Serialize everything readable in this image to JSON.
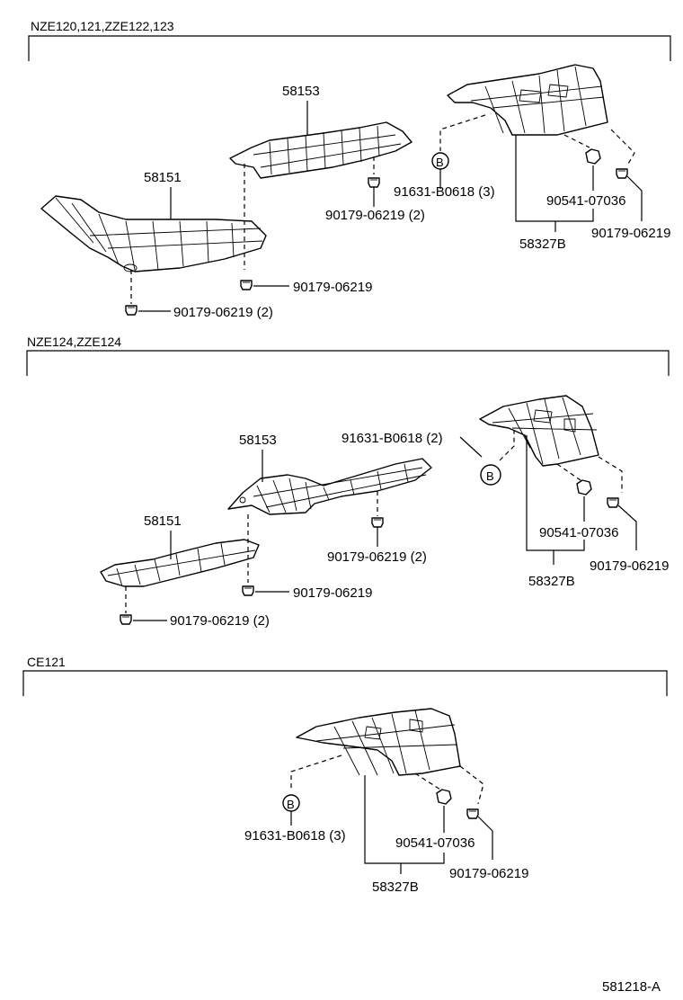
{
  "sections": [
    {
      "header": "NZE120,121,ZZE122,123",
      "labels": {
        "p58153": "58153",
        "p58151": "58151",
        "bolt_a": "90179-06219 (2)",
        "bolt_b": "90179-06219",
        "bolt_c": "90179-06219 (2)",
        "clip": "91631-B0618 (3)",
        "clip_marker": "B",
        "nut": "90541-07036",
        "bolt_d": "90179-06219",
        "assy": "58327B"
      }
    },
    {
      "header": "NZE124,ZZE124",
      "labels": {
        "p58153": "58153",
        "p58151": "58151",
        "clip": "91631-B0618 (2)",
        "clip_marker": "B",
        "bolt_a": "90179-06219 (2)",
        "bolt_b": "90179-06219",
        "bolt_c": "90179-06219 (2)",
        "nut": "90541-07036",
        "bolt_d": "90179-06219",
        "assy": "58327B"
      }
    },
    {
      "header": "CE121",
      "labels": {
        "clip_marker": "B",
        "clip": "91631-B0618 (3)",
        "nut": "90541-07036",
        "bolt_d": "90179-06219",
        "assy": "58327B"
      }
    }
  ],
  "footer": {
    "code": "581218-A"
  }
}
